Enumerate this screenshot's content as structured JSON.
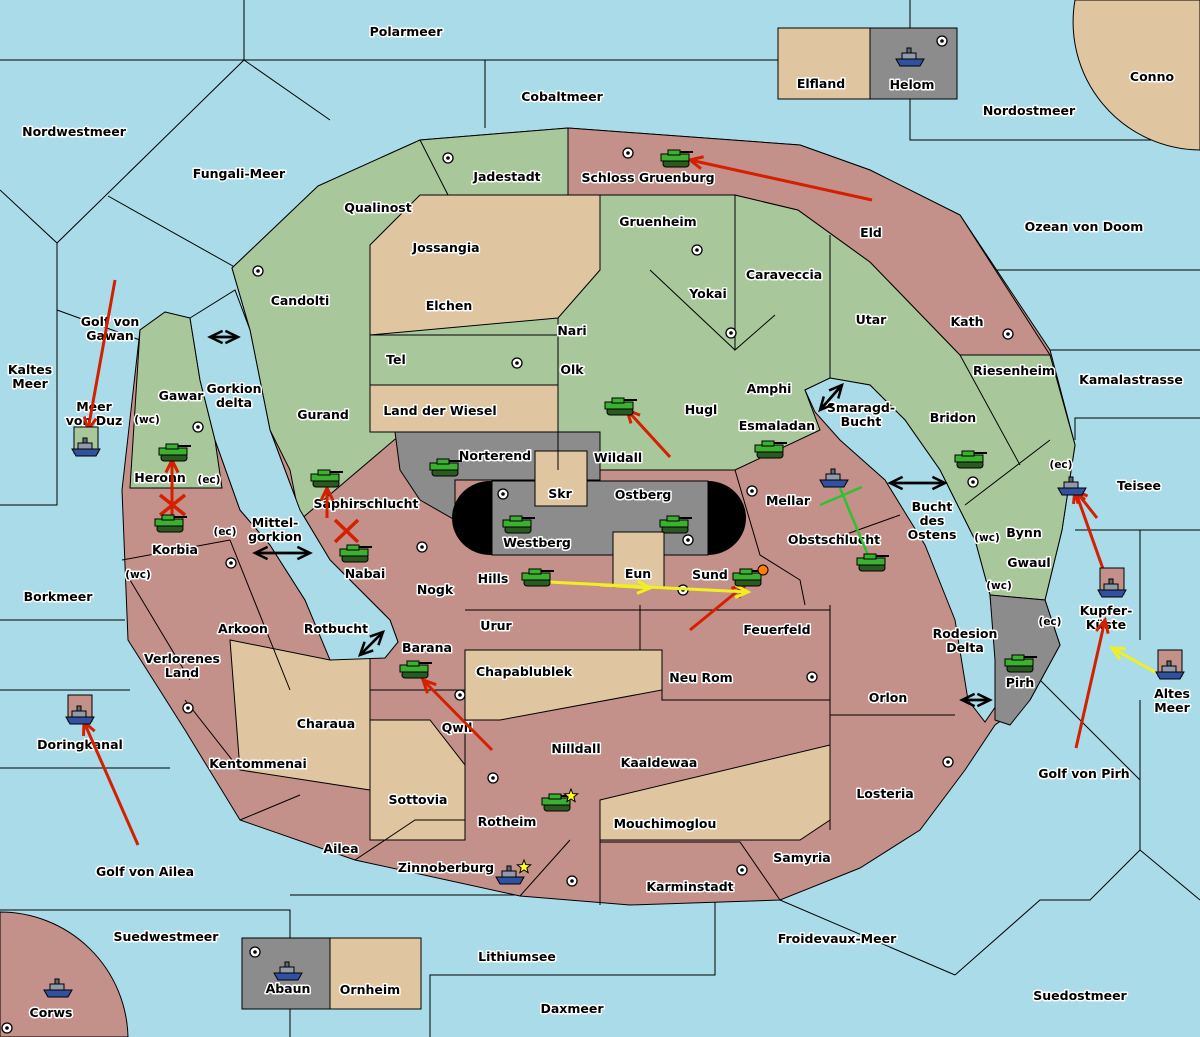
{
  "colors": {
    "sea": "#a9dce8",
    "neutral_land": "#c4908a",
    "green_power": "#a8c89c",
    "tan_power": "#e0c6a0",
    "grey_power": "#8c8c8c",
    "move_arrow": "#d42000",
    "convoy_arrow": "#f0f020",
    "support_arrow": "#30c030"
  },
  "labels": [
    "Polarmeer",
    "Cobaltmeer",
    "Elfland",
    "Helom",
    "Conno",
    "Nordostmeer",
    "Nordwestmeer",
    "Fungali-Meer",
    "Jadestadt",
    "Schloss Gruenburg",
    "Qualinost",
    "Gruenheim",
    "Eld",
    "Ozean von Doom",
    "Jossangia",
    "Caraveccia",
    "Yokai",
    "Candolti",
    "Elchen",
    "Utar",
    "Kath",
    "Golf von Gawan",
    "Nari",
    "Tel",
    "Olk",
    "Kaltes Meer",
    "Riesenheim",
    "Kamalastrasse",
    "Amphi",
    "Gawar",
    "Gorkion delta",
    "Smaragd-Bucht",
    "Land der Wiesel",
    "Gurand",
    "Hugl",
    "Bridon",
    "Meer von Duz",
    "Esmaladan",
    "Norterend",
    "Wildall",
    "Heronn",
    "Teisee",
    "Skr",
    "Ostberg",
    "Mellar",
    "Saphirschlucht",
    "Bucht des Ostens",
    "Mittel-gorkion",
    "Bynn",
    "Westberg",
    "Obstschlucht",
    "Korbia",
    "Gwaul",
    "Nabai",
    "Eun",
    "Sund",
    "Hills",
    "Nogk",
    "Borkmeer",
    "Kupfer-Küste",
    "Urur",
    "Feuerfeld",
    "Rotbucht",
    "Arkoon",
    "Rodesion Delta",
    "Barana",
    "Verlorenes Land",
    "Chapablublek",
    "Neu Rom",
    "Pirh",
    "Altes Meer",
    "Orlon",
    "Charaua",
    "Qwil",
    "Doringkanal",
    "Nilldall",
    "Kaaldewaa",
    "Kentommenai",
    "Golf von Pirh",
    "Losteria",
    "Sottovia",
    "Rotheim",
    "Mouchimoglou",
    "Ailea",
    "Samyria",
    "Zinnoberburg",
    "Golf von Ailea",
    "Karminstadt",
    "Suedwestmeer",
    "Froidevaux-Meer",
    "Lithiumsee",
    "Abaun",
    "Ornheim",
    "Suedostmeer",
    "Daxmeer",
    "Corws"
  ],
  "coast_tags": [
    "(wc)",
    "(ec)",
    "(ec)",
    "(ec)",
    "(wc)",
    "(wc)",
    "(wc)",
    "(ec)"
  ],
  "units": [
    {
      "type": "army",
      "location": "Schloss Gruenburg"
    },
    {
      "type": "army",
      "location": "Hugl"
    },
    {
      "type": "army",
      "location": "Esmaladan"
    },
    {
      "type": "army",
      "location": "Bridon"
    },
    {
      "type": "army",
      "location": "Norterend"
    },
    {
      "type": "army",
      "location": "Heronn"
    },
    {
      "type": "army",
      "location": "Saphirschlucht"
    },
    {
      "type": "army",
      "location": "Korbia"
    },
    {
      "type": "army",
      "location": "Nabai"
    },
    {
      "type": "army",
      "location": "Westberg"
    },
    {
      "type": "army",
      "location": "Ostberg"
    },
    {
      "type": "army",
      "location": "Hills"
    },
    {
      "type": "army",
      "location": "Sund"
    },
    {
      "type": "army",
      "location": "Obstschlucht"
    },
    {
      "type": "army",
      "location": "Barana"
    },
    {
      "type": "army",
      "location": "Rotheim"
    },
    {
      "type": "army",
      "location": "Pirh"
    },
    {
      "type": "fleet",
      "location": "Helom"
    },
    {
      "type": "fleet",
      "location": "Meer von Duz"
    },
    {
      "type": "fleet",
      "location": "Mellar"
    },
    {
      "type": "fleet",
      "location": "Teisee"
    },
    {
      "type": "fleet",
      "location": "Kupfer-Küste"
    },
    {
      "type": "fleet",
      "location": "Altes Meer"
    },
    {
      "type": "fleet",
      "location": "Doringkanal"
    },
    {
      "type": "fleet",
      "location": "Zinnoberburg"
    },
    {
      "type": "fleet",
      "location": "Abaun"
    },
    {
      "type": "fleet",
      "location": "Corws"
    }
  ],
  "orders": [
    {
      "type": "move",
      "from": "Eld",
      "to": "Schloss Gruenburg"
    },
    {
      "type": "move",
      "from": "Wildall",
      "to": "Hugl"
    },
    {
      "type": "move",
      "from": "Golf von Gawan",
      "to": "Meer von Duz"
    },
    {
      "type": "move",
      "from": "Korbia",
      "to": "Heronn",
      "failed": true
    },
    {
      "type": "move",
      "from": "Nabai",
      "to": "Saphirschlucht",
      "failed": true
    },
    {
      "type": "move",
      "from": "Qwil",
      "to": "Barana"
    },
    {
      "type": "move",
      "from": "Feuerfeld",
      "to": "Sund"
    },
    {
      "type": "move",
      "from": "Golf von Ailea",
      "to": "Doringkanal"
    },
    {
      "type": "move",
      "from": "Golf von Pirh",
      "to": "Kupfer-Küste"
    },
    {
      "type": "move",
      "from": "Kupfer-Küste",
      "to": "Teisee"
    },
    {
      "type": "convoy",
      "from": "Hills",
      "to": "Sund"
    },
    {
      "type": "convoy",
      "from": "Altes Meer",
      "to": "Kupfer-Küste"
    },
    {
      "type": "support",
      "from": "Obstschlucht",
      "to": "Mellar"
    }
  ]
}
